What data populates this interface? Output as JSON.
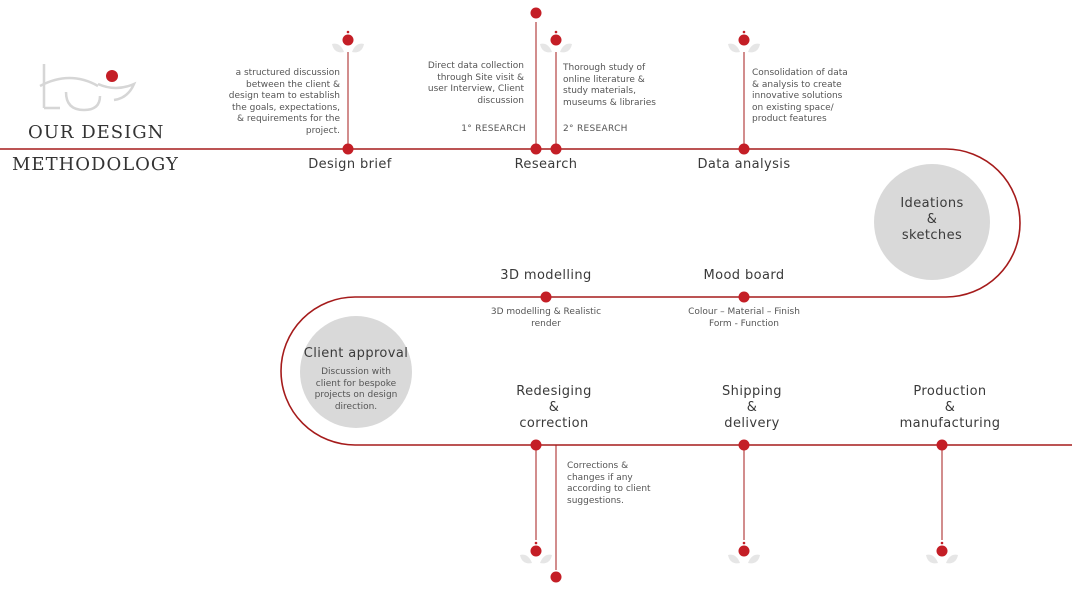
{
  "title": {
    "line1": "OUR DESIGN",
    "line2": "METHODOLOGY"
  },
  "colors": {
    "line": "#a51b1b",
    "dot": "#c41e26",
    "circle": "#d9d9d9",
    "petal": "#e6e6e6"
  },
  "stages": {
    "design_brief": {
      "label": "Design brief",
      "desc": "a structured discussion\nbetween the client &\ndesign team to establish\nthe goals, expectations,\n& requirements for the\nproject."
    },
    "research": {
      "label": "Research",
      "primary_desc": "Direct data collection\nthrough Site visit &\nuser Interview, Client\ndiscussion",
      "primary_tag": "1° RESEARCH",
      "secondary_desc": "Thorough study of\nonline literature &\nstudy materials,\nmuseums & libraries",
      "secondary_tag": "2° RESEARCH"
    },
    "data_analysis": {
      "label": "Data analysis",
      "desc": "Consolidation of data\n& analysis to create\ninnovative solutions\non existing space/\nproduct features"
    },
    "ideations": {
      "label": "Ideations\n&\nsketches"
    },
    "mood_board": {
      "label": "Mood board",
      "desc": "Colour – Material – Finish\nForm - Function"
    },
    "modelling": {
      "label": "3D modelling",
      "desc": "3D modelling & Realistic\nrender"
    },
    "client_approval": {
      "label": "Client approval",
      "desc": "Discussion with\nclient for bespoke\nprojects on design\ndirection."
    },
    "redesigning": {
      "label": "Redesiging\n&\ncorrection",
      "desc": "Corrections &\nchanges if any\naccording to client\nsuggestions."
    },
    "shipping": {
      "label": "Shipping\n&\ndelivery"
    },
    "production": {
      "label": "Production\n&\nmanufacturing"
    }
  }
}
